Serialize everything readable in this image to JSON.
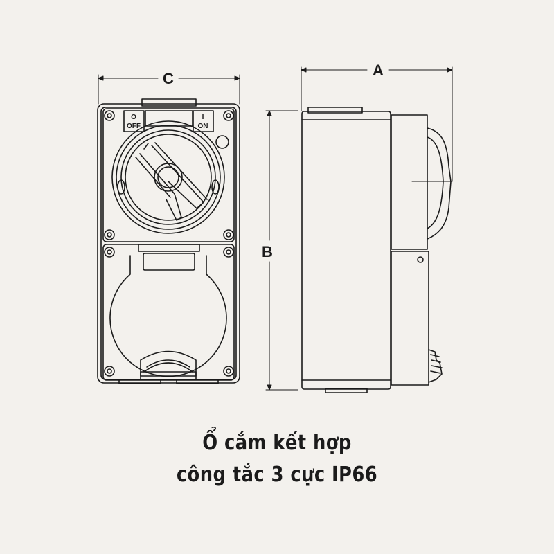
{
  "dimensions": {
    "a": "A",
    "b": "B",
    "c": "C"
  },
  "switch": {
    "off_symbol": "O",
    "off_label": "OFF",
    "on_symbol": "I",
    "on_label": "ON"
  },
  "caption": {
    "line1": "Ổ cắm kết hợp",
    "line2": "công tắc 3 cực IP66"
  },
  "colors": {
    "line": "#1b1b1b",
    "background": "#f3f1ed",
    "fill": "#f3f1ed"
  }
}
